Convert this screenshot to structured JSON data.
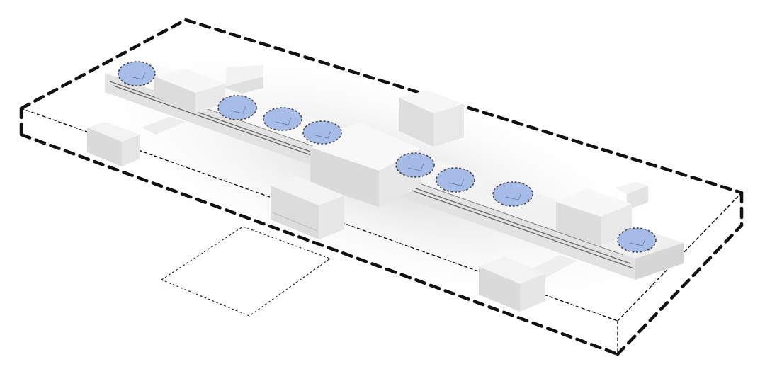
{
  "colors": {
    "background": "#ffffff",
    "block_top": "#f4f4f4",
    "block_left": "#dcdcdc",
    "block_right": "#e6e6e6",
    "marker_fill": "#9db6e6",
    "marker_stroke": "#4a4a4a",
    "boundary_stroke": "#111111",
    "groove": "#6f6f6f"
  },
  "markers": {
    "count": 8,
    "style": "dashed-ellipse"
  },
  "boundary": {
    "style": "dashed-box"
  }
}
